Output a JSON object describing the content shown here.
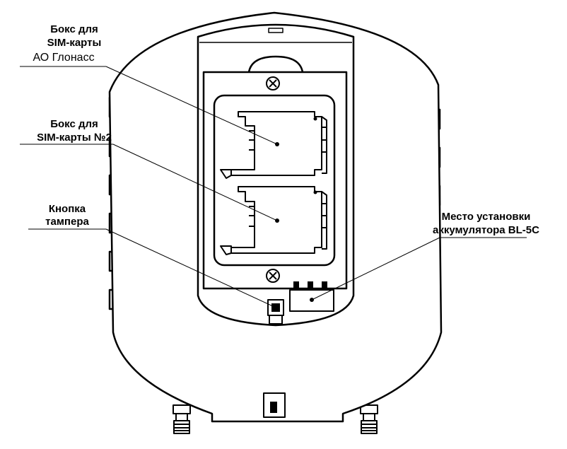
{
  "labels": {
    "sim1_line1": "Бокс для",
    "sim1_line2": "SIM-карты",
    "sim1_line3": "АО Глонасс",
    "sim2_line1": "Бокс для",
    "sim2_line2": "SIM-карты №2",
    "tamper_line1": "Кнопка",
    "tamper_line2": "тампера",
    "battery_line1": "Место установки",
    "battery_line2": "аккумулятора BL-5C"
  }
}
